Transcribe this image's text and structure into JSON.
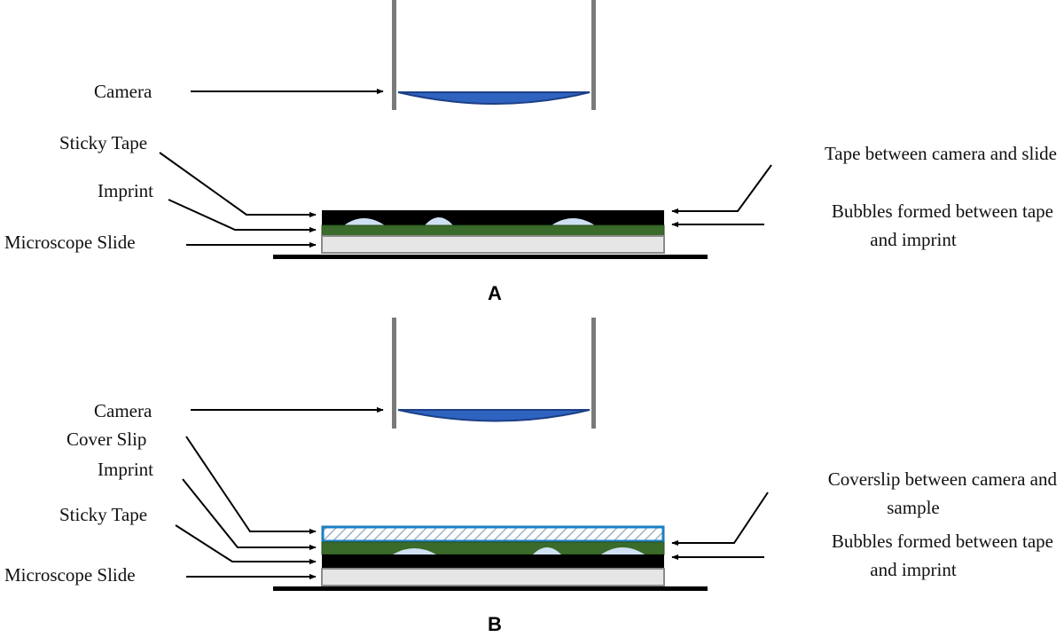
{
  "colors": {
    "tape": "#000000",
    "imprint": "#3a6b2a",
    "slide": "#e6e6e6",
    "slide_edge": "#8a8a8a",
    "lens": "#2f63c0",
    "lens_edge": "#1c3f86",
    "camera_wall": "#7a7a7a",
    "bubble": "#cfe0f3",
    "coverslip": "#1a7fc4",
    "stage": "#000000"
  },
  "panel_a": {
    "letter": "A",
    "labels": {
      "camera": "Camera",
      "sticky_tape": "Sticky Tape",
      "imprint": "Imprint",
      "microscope_slide": "Microscope Slide",
      "right_top": "Tape between camera and slide",
      "right_bottom_line1": "Bubbles formed between tape",
      "right_bottom_line2": "and imprint"
    }
  },
  "panel_b": {
    "letter": "B",
    "labels": {
      "camera": "Camera",
      "cover_slip": "Cover Slip",
      "imprint": "Imprint",
      "sticky_tape": "Sticky Tape",
      "microscope_slide": "Microscope Slide",
      "right_top_line1": "Coverslip between camera and",
      "right_top_line2": "sample",
      "right_bottom_line1": "Bubbles formed between tape",
      "right_bottom_line2": "and imprint"
    }
  }
}
